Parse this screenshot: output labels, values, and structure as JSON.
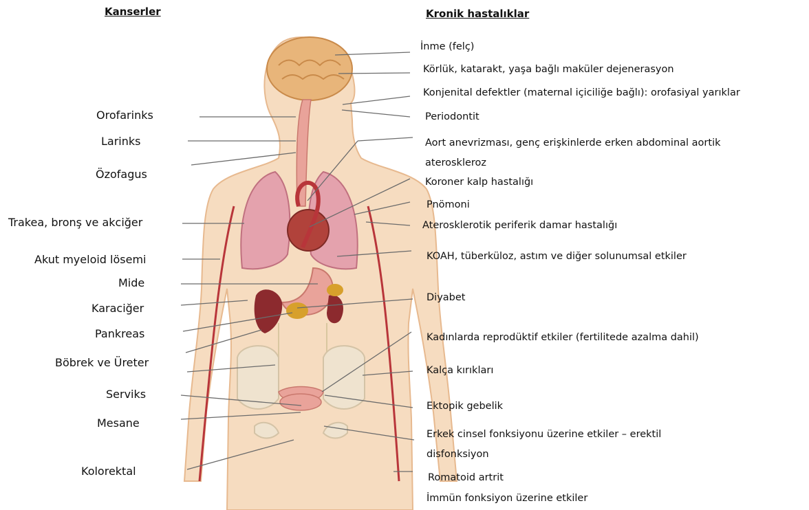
{
  "headings": {
    "cancers": "Kanserler",
    "chronic": "Kronik hastalıklar"
  },
  "cancers": [
    "Orofarinks",
    "Larinks",
    "Özofagus",
    "Trakea, bronş ve akciğer",
    "Akut myeloid lösemi",
    "Mide",
    "Karaciğer",
    "Pankreas",
    "Böbrek ve Üreter",
    "Serviks",
    "Mesane",
    "Kolorektal"
  ],
  "chronic": [
    "İnme (felç)",
    "Körlük, katarakt, yaşa bağlı maküler dejenerasyon",
    "Konjenital defektler (maternal içiciliğe bağlı): orofasiyal yarıklar",
    "Periodontit",
    "Aort anevrizması, genç erişkinlerde erken abdominal aortik",
    "ateroskleroz",
    "Koroner kalp hastalığı",
    "Pnömoni",
    "Aterosklerotik periferik damar hastalığı",
    "KOAH, tüberküloz,  astım ve diğer solunumsal etkiler",
    "Diyabet",
    "Kadınlarda reprodüktif etkiler (fertilitede azalma dahil)",
    "Kalça kırıkları",
    "Ektopik gebelik",
    "Erkek cinsel fonksiyonu üzerine etkiler – erektil",
    "disfonksiyon",
    "Romatoid artrit",
    "İmmün fonksiyon üzerine etkiler"
  ],
  "colors": {
    "skin": "#f6dcc0",
    "skin_edge": "#e7b98f",
    "brain": "#e8b57a",
    "lung": "#e4a2ad",
    "vessel": "#b8353a",
    "heart": "#b1423b",
    "liver": "#8c2a2e",
    "stomach": "#e9a39a",
    "gland": "#d7a02c",
    "bone": "#efe3cf",
    "leader": "#6b6b6b"
  }
}
